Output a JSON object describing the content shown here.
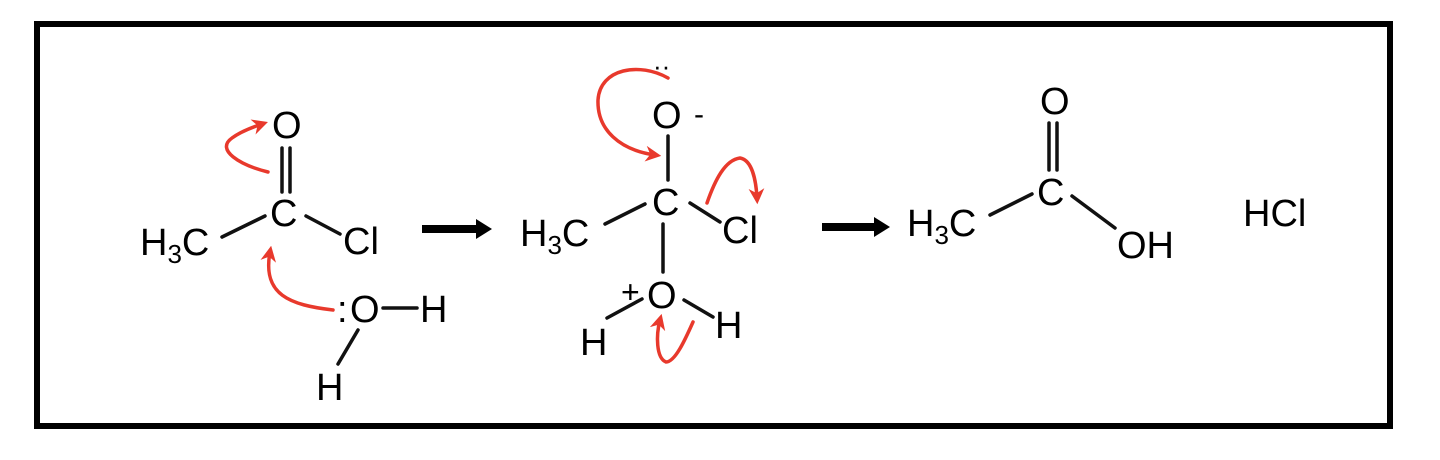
{
  "colors": {
    "frame": "#000000",
    "bonds": "#111111",
    "electron_arrows": "#e8392c"
  },
  "reactant": {
    "carbonyl_o": "O",
    "carbon": "C",
    "methyl_h": "H",
    "methyl_sub": "3",
    "methyl_c": "C",
    "chlorine": "Cl",
    "water_lone_pair": ":",
    "water_o": "O",
    "water_h1": "H",
    "water_h2": "H"
  },
  "intermediate": {
    "oxide_o": "O",
    "oxide_lone_pair": "··",
    "oxide_charge": "-",
    "carbon": "C",
    "methyl_h": "H",
    "methyl_sub": "3",
    "methyl_c": "C",
    "chlorine": "Cl",
    "oxonium_charge": "+",
    "oxonium_o": "O",
    "oxonium_h1": "H",
    "oxonium_h2": "H"
  },
  "product": {
    "carbonyl_o": "O",
    "carbon": "C",
    "methyl_h": "H",
    "methyl_sub": "3",
    "methyl_c": "C",
    "hydroxyl": "OH",
    "byproduct": "HCl"
  },
  "icons": {
    "reaction_arrow": "right-arrow",
    "curved_arrow": "electron-pushing-arrow"
  }
}
